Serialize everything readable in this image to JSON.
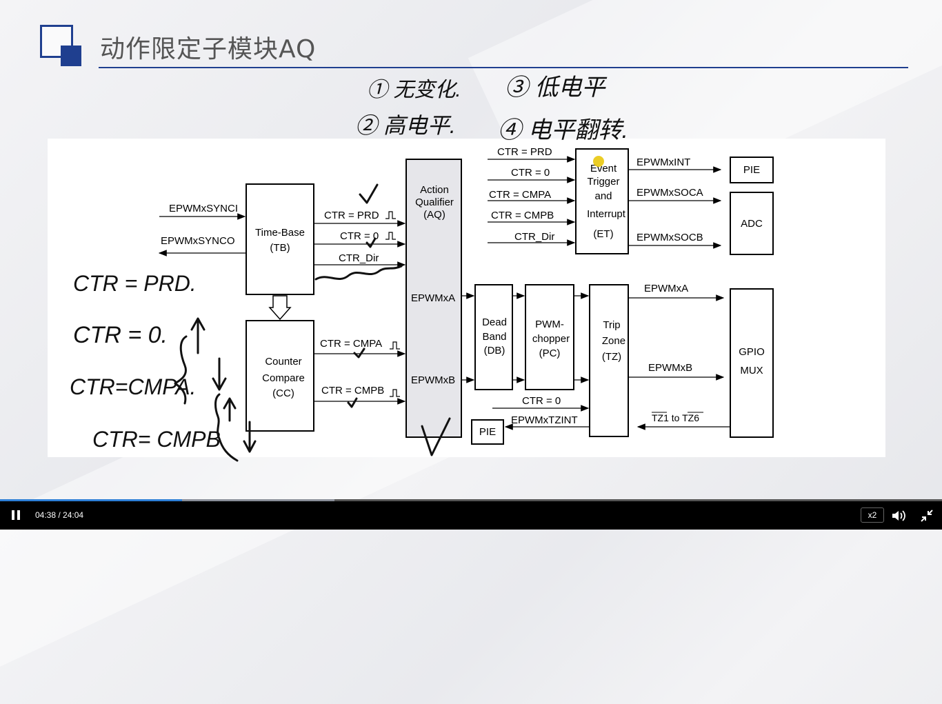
{
  "slide": {
    "title": "动作限定子模块AQ",
    "accent_color": "#1f3f8f"
  },
  "diagram": {
    "blocks": {
      "time_base": [
        "Time-Base",
        "(TB)"
      ],
      "counter_compare": [
        "Counter",
        "Compare",
        "(CC)"
      ],
      "action_qualifier": [
        "Action",
        "Qualifier",
        "(AQ)"
      ],
      "event_trigger": [
        "Event",
        "Trigger",
        "and",
        "Interrupt",
        "(ET)"
      ],
      "dead_band": [
        "Dead",
        "Band",
        "(DB)"
      ],
      "pwm_chopper": [
        "PWM-",
        "chopper",
        "(PC)"
      ],
      "trip_zone": [
        "Trip",
        "Zone",
        "(TZ)"
      ],
      "pie_top": "PIE",
      "adc": "ADC",
      "gpio_mux": [
        "GPIO",
        "MUX"
      ],
      "pie_bottom": "PIE"
    },
    "signals": {
      "sync_in": "EPWMxSYNCI",
      "sync_out": "EPWMxSYNCO",
      "tb_prd": "CTR = PRD",
      "tb_zero": "CTR = 0",
      "tb_dir": "CTR_Dir",
      "cc_cmpa": "CTR = CMPA",
      "cc_cmpb": "CTR = CMPB",
      "aq_epwma": "EPWMxA",
      "aq_epwmb": "EPWMxB",
      "et_prd": "CTR = PRD",
      "et_zero": "CTR =  0",
      "et_cmpa": "CTR = CMPA",
      "et_cmpb": "CTR = CMPB",
      "et_dir": "CTR_Dir",
      "et_int": "EPWMxINT",
      "et_soca": "EPWMxSOCA",
      "et_socb": "EPWMxSOCB",
      "tz_epwma": "EPWMxA",
      "tz_epwmb": "EPWMxB",
      "tz_ctr0": "CTR = 0",
      "tz_int": "EPWMxTZINT",
      "tz_range": "TZ1 to TZ6"
    }
  },
  "handwriting": {
    "list_1": "① 无变化.",
    "list_2": "② 高电平.",
    "list_3": "③ 低电平",
    "list_4": "④ 电平翻转.",
    "ctr_prd": "CTR = PRD.",
    "ctr_0": "CTR = 0.",
    "ctr_cmpa": "CTR=CMPA.",
    "ctr_cmpb": "CTR= CMPB"
  },
  "player": {
    "current_time": "04:38",
    "total_time": "24:04",
    "time_separator": " / ",
    "progress_fraction": 0.193,
    "buffered_fraction": 0.355,
    "speed": "x2",
    "progress_color": "#2e7fd6"
  }
}
